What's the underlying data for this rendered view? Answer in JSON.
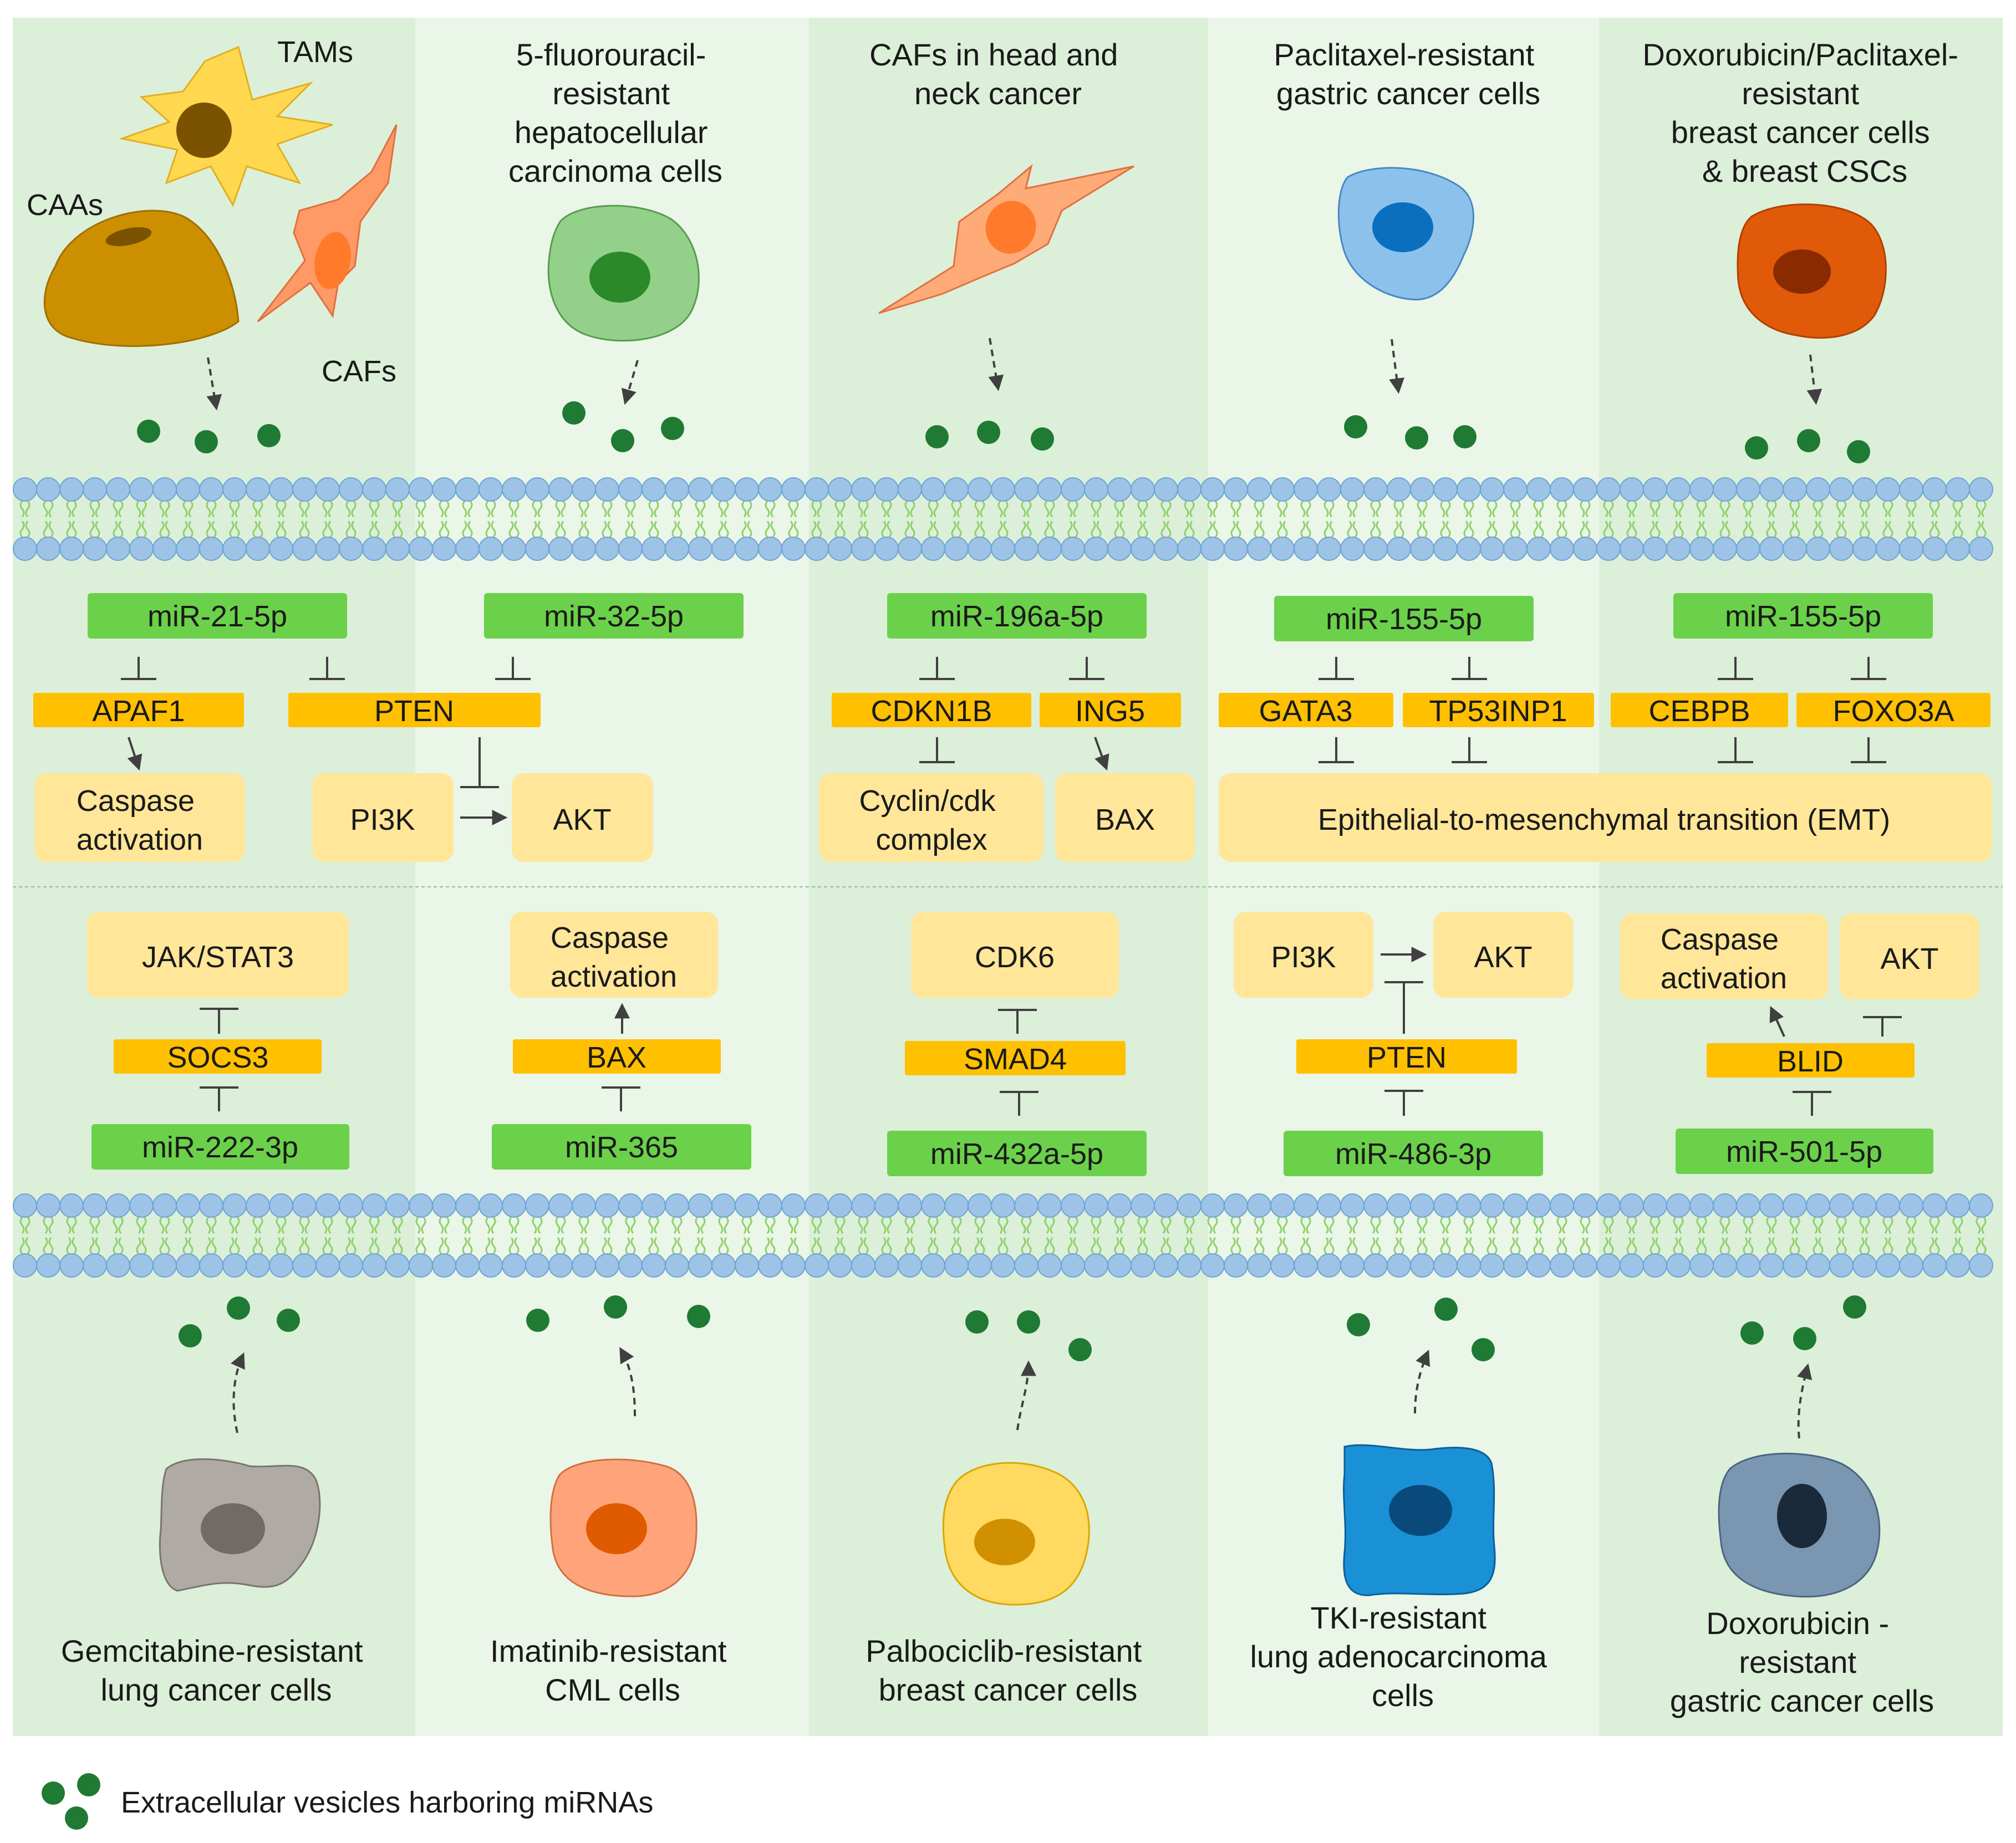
{
  "colors": {
    "panel_dark": "#dcefd9",
    "panel_light": "#eaf6e8",
    "mirna_box": "#6bd14a",
    "gene_box": "#ffc000",
    "pathway_box": "#ffe699",
    "vesicle": "#1f7a33",
    "membrane_head": "#9dc3e6",
    "membrane_tail": "#8fd06a",
    "arrow": "#404040"
  },
  "top_cells": {
    "col1": {
      "tams": "TAMs",
      "caas": "CAAs",
      "cafs": "CAFs"
    },
    "col2": [
      "5-fluorouracil-",
      "resistant",
      "hepatocellular",
      "carcinoma cells"
    ],
    "col3": [
      "CAFs in head and",
      "neck cancer"
    ],
    "col4": [
      "Paclitaxel-resistant",
      "gastric cancer cells"
    ],
    "col5": [
      "Doxorubicin/Paclitaxel-",
      "resistant",
      "breast cancer cells",
      "& breast CSCs"
    ]
  },
  "upper_pathways": {
    "mirnas": [
      "miR-21-5p",
      "miR-32-5p",
      "miR-196a-5p",
      "miR-155-5p",
      "miR-155-5p"
    ],
    "genes": [
      "APAF1",
      "PTEN",
      "CDKN1B",
      "ING5",
      "GATA3",
      "TP53INP1",
      "CEBPB",
      "FOXO3A"
    ],
    "caspase": [
      "Caspase",
      "activation"
    ],
    "pi3k": "PI3K",
    "akt": "AKT",
    "cyclin": [
      "Cyclin/cdk",
      "complex"
    ],
    "bax": "BAX",
    "emt": "Epithelial-to-mesenchymal transition (EMT)"
  },
  "lower_pathways": {
    "col1": {
      "pathway": "JAK/STAT3",
      "gene": "SOCS3",
      "mirna": "miR-222-3p"
    },
    "col2": {
      "pathway": [
        "Caspase",
        "activation"
      ],
      "gene": "BAX",
      "mirna": "miR-365"
    },
    "col3": {
      "pathway": "CDK6",
      "gene": "SMAD4",
      "mirna": "miR-432a-5p"
    },
    "col4": {
      "pi3k": "PI3K",
      "akt": "AKT",
      "gene": "PTEN",
      "mirna": "miR-486-3p"
    },
    "col5": {
      "pathway": [
        "Caspase",
        "activation"
      ],
      "akt": "AKT",
      "gene": "BLID",
      "mirna": "miR-501-5p"
    }
  },
  "bottom_cells": {
    "col1": [
      "Gemcitabine-resistant",
      "lung cancer cells"
    ],
    "col2": [
      "Imatinib-resistant",
      "CML cells"
    ],
    "col3": [
      "Palbociclib-resistant",
      "breast cancer cells"
    ],
    "col4": [
      "TKI-resistant",
      "lung adenocarcinoma",
      "cells"
    ],
    "col5": [
      "Doxorubicin -",
      "resistant",
      "gastric cancer cells"
    ]
  },
  "legend": {
    "label": "Extracellular vesicles harboring miRNAs"
  }
}
